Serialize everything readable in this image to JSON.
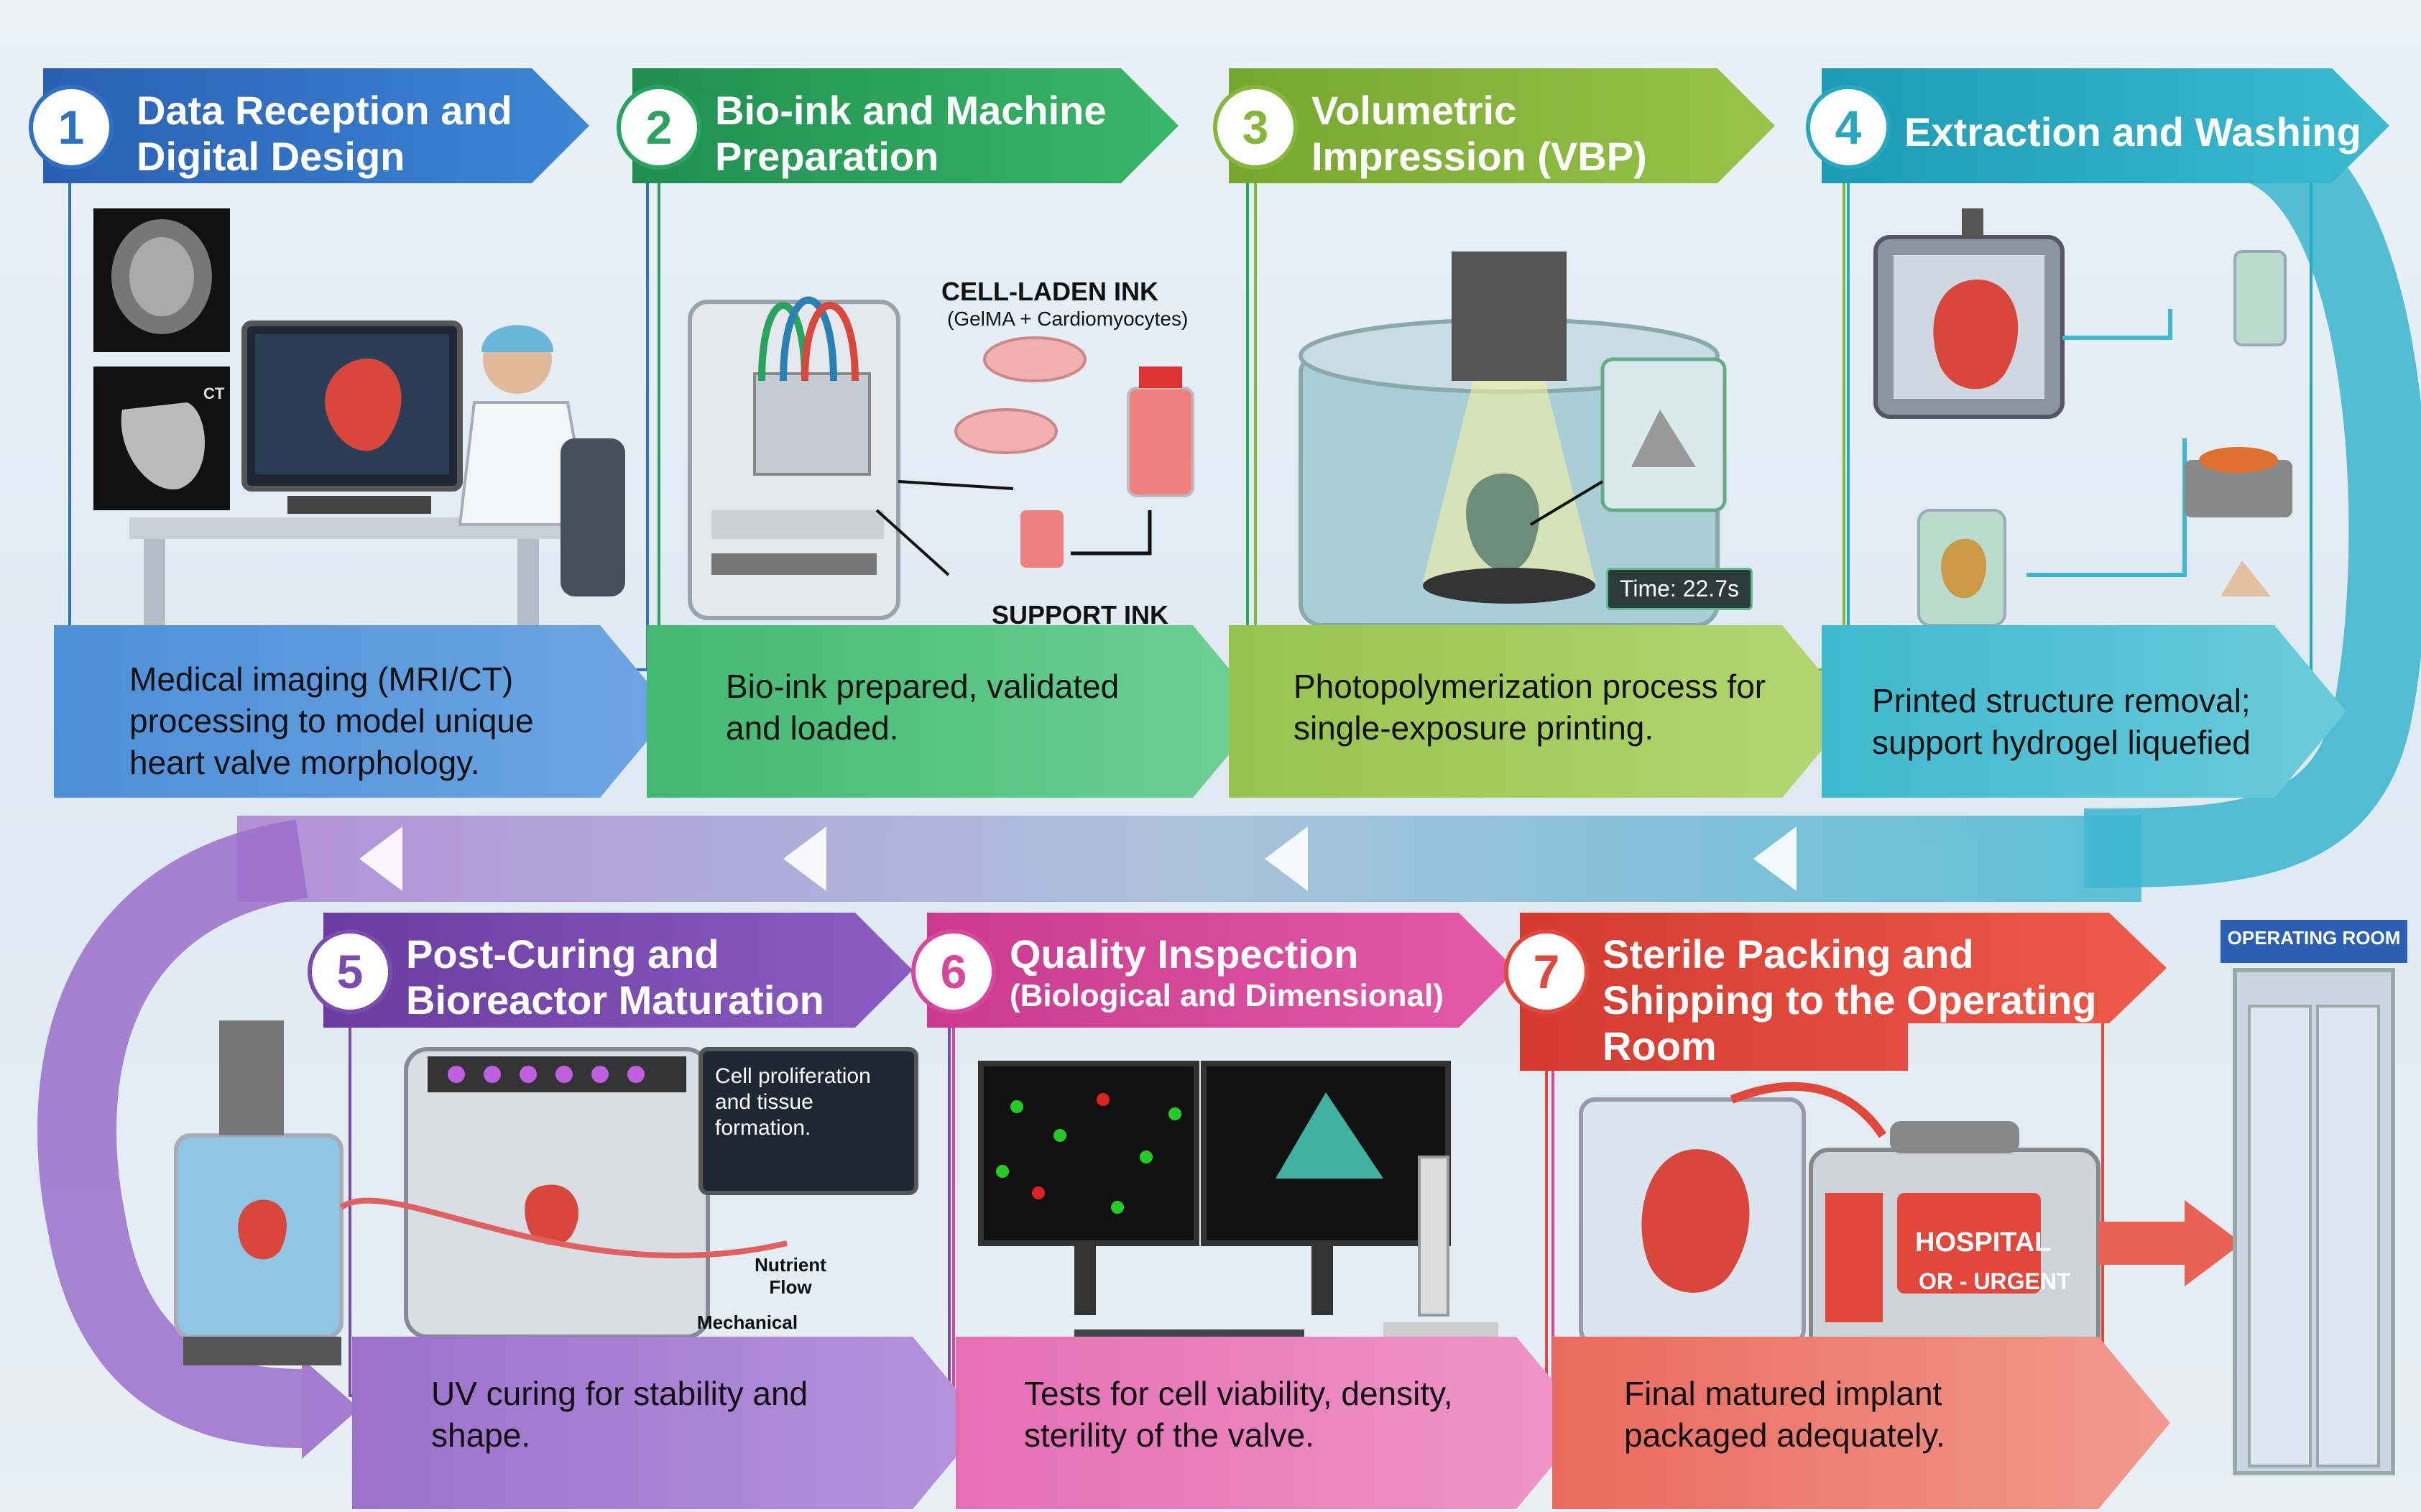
{
  "steps": [
    {
      "num": "1",
      "title": "Data Reception and Digital Design",
      "subtitle": "",
      "caption": "Medical imaging (MRI/CT) processing to model unique heart valve morphology.",
      "color": "#2f72c4"
    },
    {
      "num": "2",
      "title": "Bio-ink and Machine Preparation",
      "subtitle": "",
      "caption": "Bio-ink prepared, validated and loaded.",
      "color": "#2aa35e"
    },
    {
      "num": "3",
      "title": "Volumetric Impression (VBP)",
      "subtitle": "",
      "caption": "Photopolymerization process for single-exposure printing.",
      "color": "#86b63c"
    },
    {
      "num": "4",
      "title": "Extraction and Washing",
      "subtitle": "",
      "caption": "Printed structure removal; support hydrogel liquefied",
      "color": "#27a8c0"
    },
    {
      "num": "5",
      "title": "Post-Curing and Bioreactor Maturation",
      "subtitle": "",
      "caption": "UV curing for stability and shape.",
      "color": "#7b4bb0"
    },
    {
      "num": "6",
      "title": "Quality Inspection",
      "subtitle": "(Biological and Dimensional)",
      "caption": "Tests for cell viability, density, sterility of the valve.",
      "color": "#d8479c"
    },
    {
      "num": "7",
      "title": "Sterile Packing and Shipping to the Operating Room",
      "subtitle": "",
      "caption": "Final matured implant packaged adequately.",
      "color": "#e2473b"
    }
  ],
  "labels": {
    "ct": "CT",
    "cell_ink": "CELL-LADEN INK",
    "cell_ink_sub": "(GelMA + Cardiomyocytes)",
    "support_ink": "SUPPORT INK",
    "time": "Time: 22.7s",
    "cell_prolif": "Cell proliferation and tissue formation.",
    "nutrient": "Nutrient Flow",
    "mechanical": "Mechanical Stimulation",
    "hospital": "HOSPITAL",
    "urgent": "OR - URGENT",
    "operating_room": "OPERATING ROOM"
  }
}
